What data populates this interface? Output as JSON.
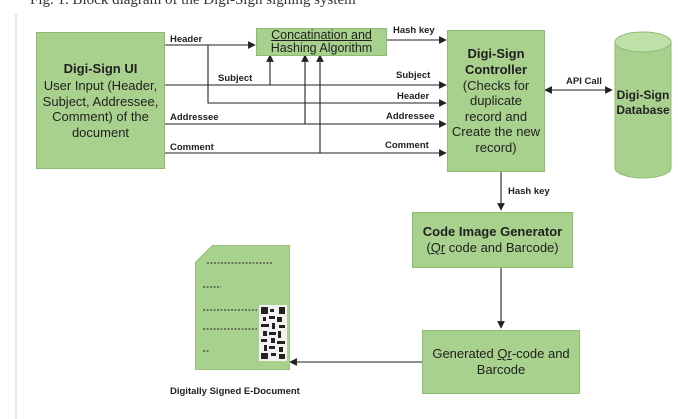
{
  "caption": "Fig. 1. Block diagram of the Digi-Sign signing system",
  "ui_box": {
    "title": "Digi-Sign UI",
    "body": "User Input (Header, Subject, Addressee, Comment) of the document"
  },
  "hash_box": {
    "line1": "Concatination and",
    "line2": "Hashing Algorithm"
  },
  "controller_box": {
    "title_line1": "Digi-Sign",
    "title_line2": "Controller",
    "body": "(Checks for duplicate record and Create the new record)"
  },
  "database": {
    "line1": "Digi-Sign",
    "line2": "Database"
  },
  "generator_box": {
    "title": "Code Image Generator",
    "body_prefix": "(",
    "body_underlined": "Qr",
    "body_suffix": " code and Barcode)"
  },
  "generated_box": {
    "prefix": "Generated ",
    "underlined": "Qr",
    "suffix": "-code and",
    "line2": "Barcode"
  },
  "document_caption": "Digitally Signed E-Document",
  "edge_labels": {
    "header_left": "Header",
    "subject_left": "Subject",
    "addressee_left": "Addressee",
    "comment_left": "Comment",
    "hash_key_top": "Hash key",
    "subject_right": "Subject",
    "header_right": "Header",
    "addressee_right": "Addressee",
    "comment_right": "Comment",
    "api_call": "API Call",
    "hash_key_down": "Hash key"
  },
  "colors": {
    "box_fill": "#a9d18e",
    "line": "#222222",
    "page_bg": "#ffffff"
  }
}
